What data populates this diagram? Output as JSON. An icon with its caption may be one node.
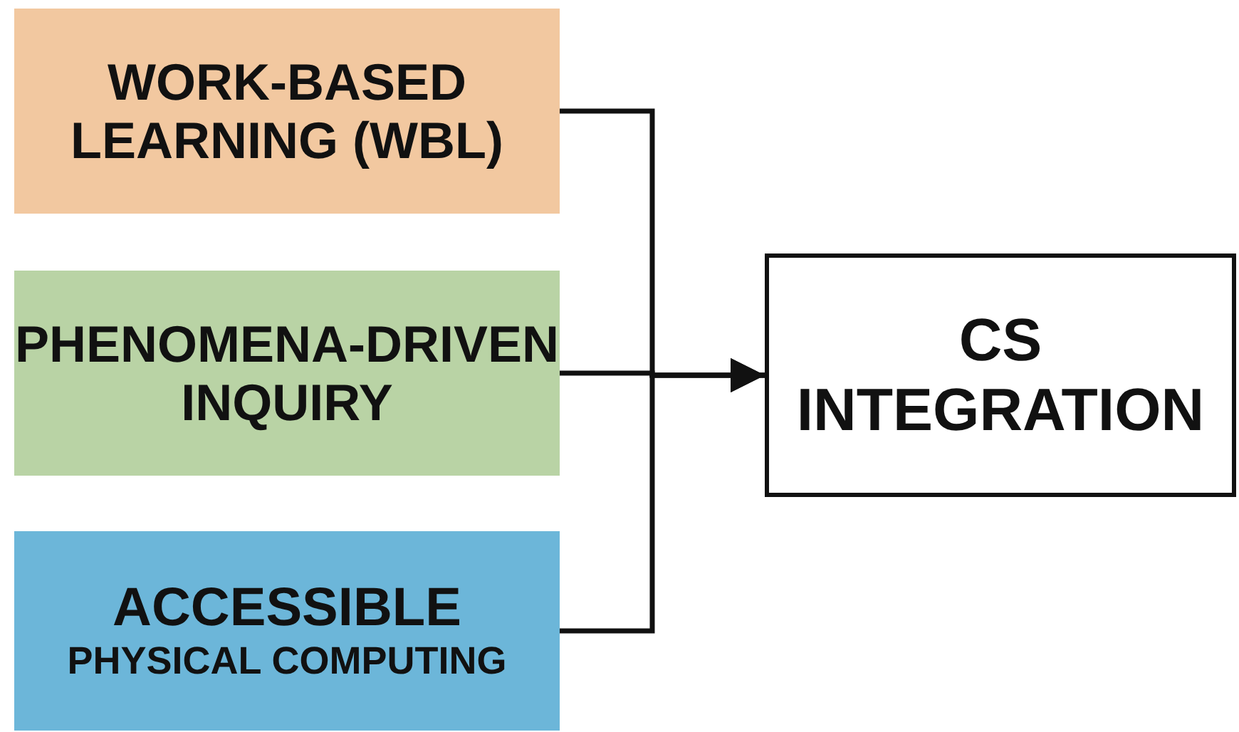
{
  "diagram": {
    "nodes": [
      {
        "text": [
          "WORK-BASED LEARNING (WBL)"
        ]
      },
      {
        "text": [
          "PHENOMENA-DRIVEN INQUIRY"
        ]
      },
      {
        "text": [
          "ACCESSIBLE",
          "PHYSICAL COMPUTING"
        ]
      },
      {
        "text": [
          "CS INTEGRATION"
        ]
      }
    ],
    "edges": [
      {
        "from": 0,
        "to": 3,
        "arrow": "to"
      },
      {
        "from": 1,
        "to": 3,
        "arrow": "to"
      },
      {
        "from": 2,
        "to": 3,
        "arrow": "to"
      }
    ]
  }
}
